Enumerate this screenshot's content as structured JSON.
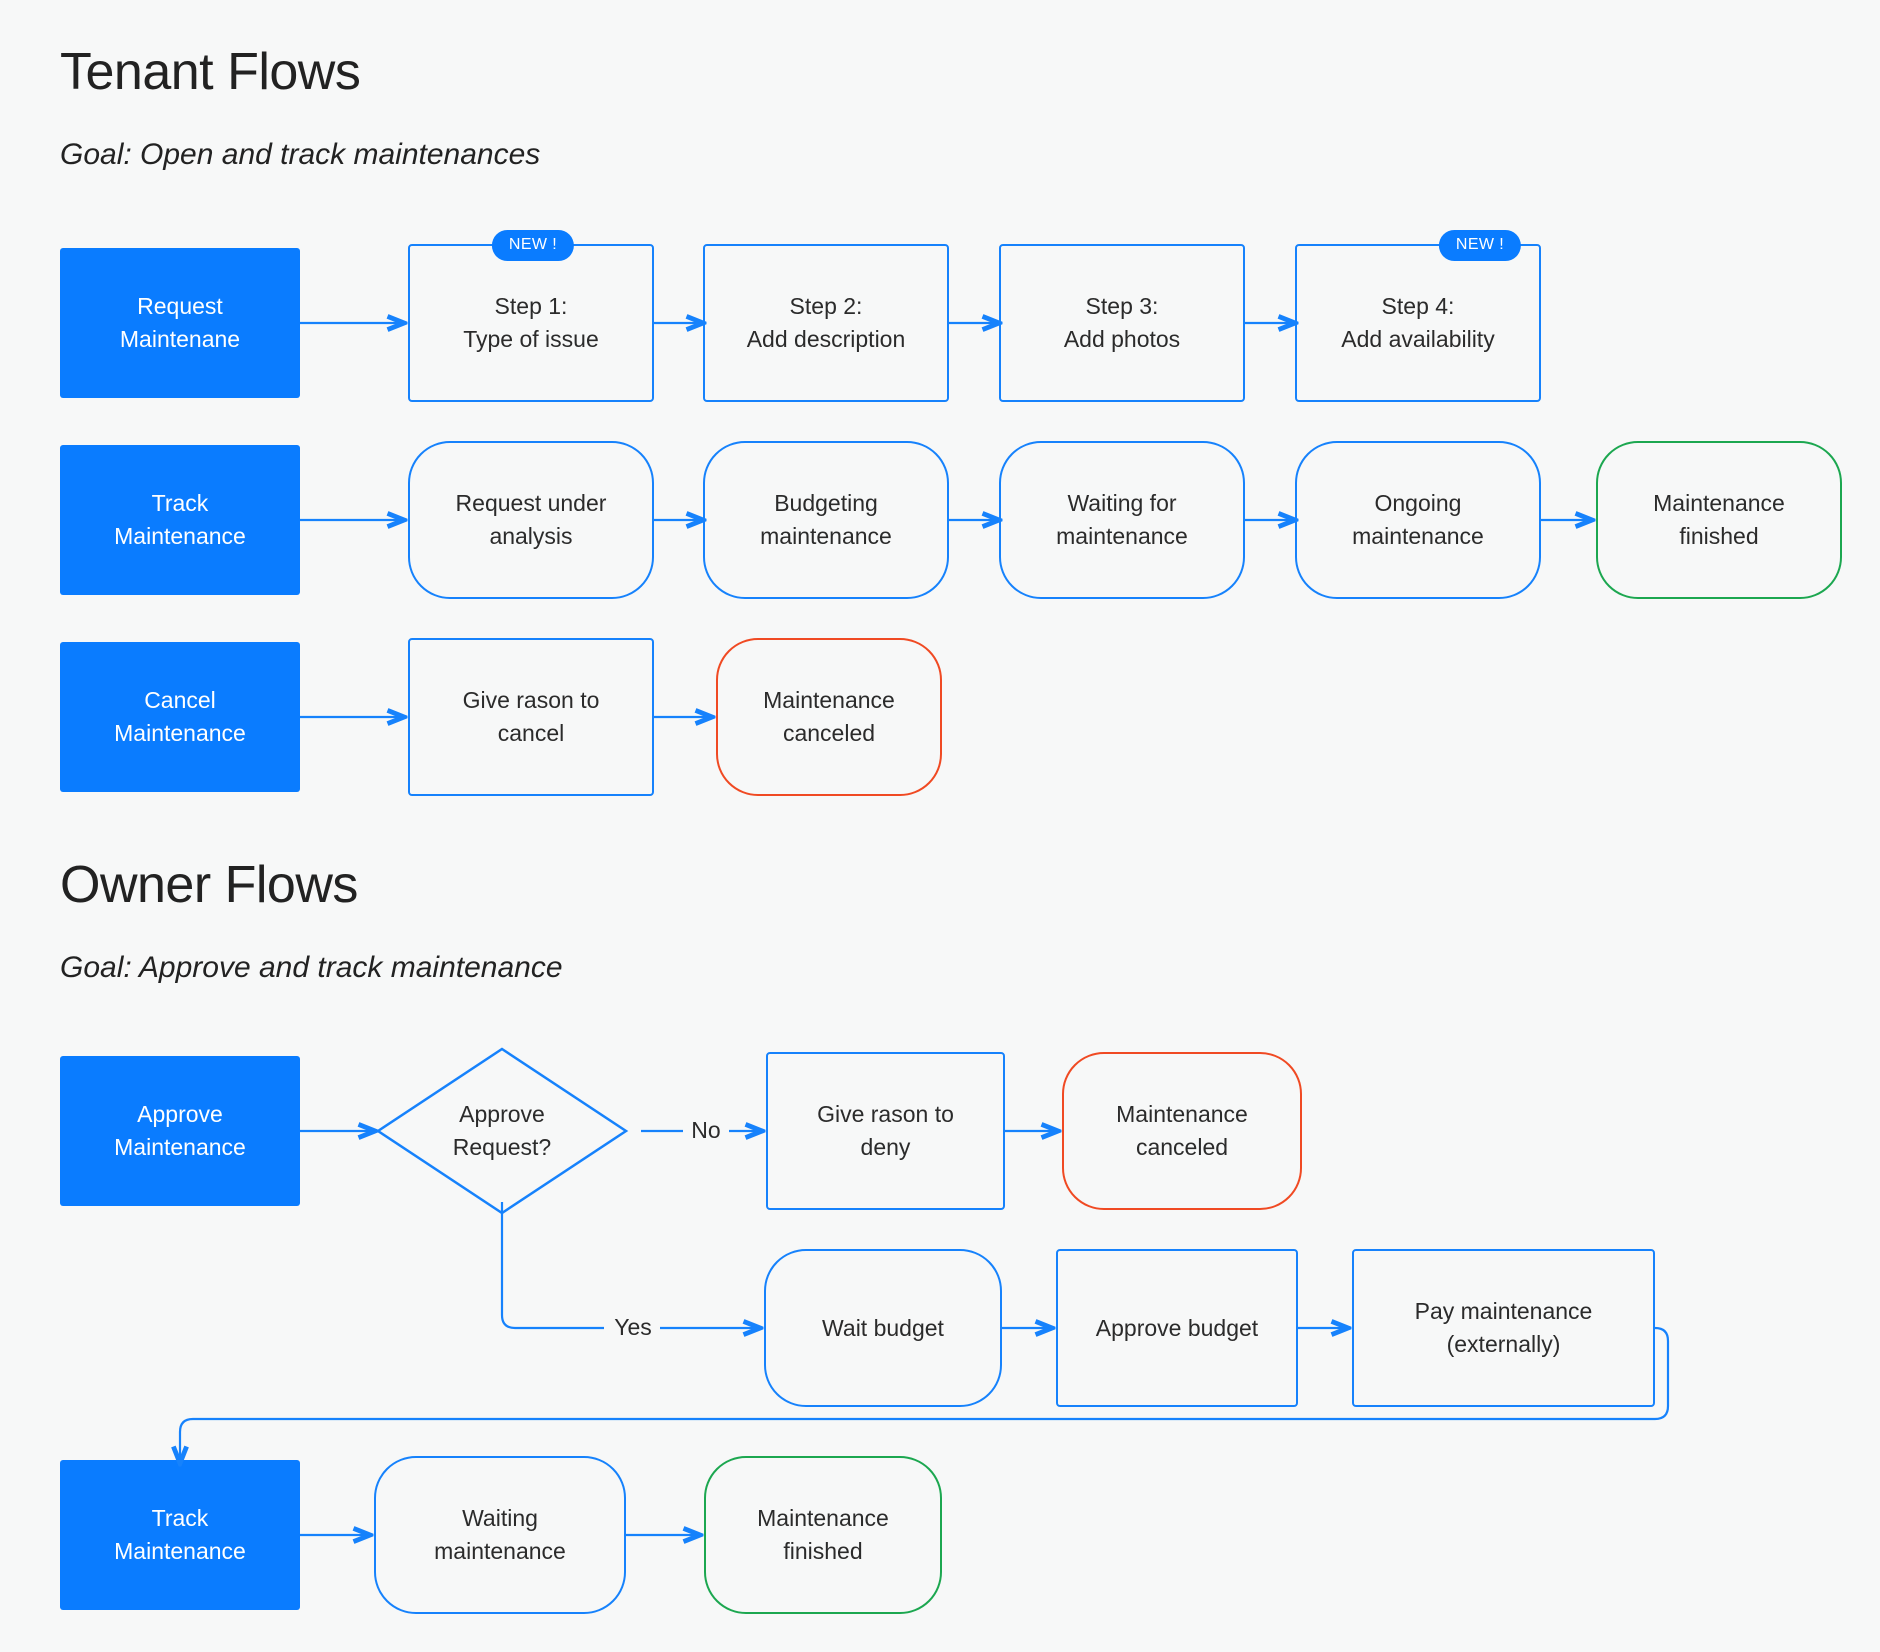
{
  "page": {
    "background": "#F7F8F8",
    "accent_blue": "#0A7CFF",
    "line_blue": "#1682FC",
    "green": "#1CA750",
    "red": "#F04A23"
  },
  "sections": [
    {
      "title": "Tenant Flows",
      "goal": "Goal: Open and track maintenances"
    },
    {
      "title": "Owner Flows",
      "goal": "Goal: Approve and track maintenance"
    }
  ],
  "tenant": {
    "row_request": {
      "start": "Request\nMaintenane",
      "steps": [
        {
          "label": "Step 1:\nType of issue",
          "badge": "NEW !"
        },
        {
          "label": "Step 2:\nAdd description",
          "badge": null
        },
        {
          "label": "Step 3:\nAdd photos",
          "badge": null
        },
        {
          "label": "Step 4:\nAdd availability",
          "badge": "NEW !"
        }
      ]
    },
    "row_track": {
      "start": "Track\nMaintenance",
      "stages": [
        {
          "label": "Request under\nanalysis",
          "style": "round-blue"
        },
        {
          "label": "Budgeting\nmaintenance",
          "style": "round-blue"
        },
        {
          "label": "Waiting for\nmaintenance",
          "style": "round-blue"
        },
        {
          "label": "Ongoing\nmaintenance",
          "style": "round-blue"
        },
        {
          "label": "Maintenance\nfinished",
          "style": "round-green"
        }
      ]
    },
    "row_cancel": {
      "start": "Cancel\nMaintenance",
      "stages": [
        {
          "label": "Give rason to\ncancel",
          "style": "outline-blue"
        },
        {
          "label": "Maintenance\ncanceled",
          "style": "round-red"
        }
      ]
    }
  },
  "owner": {
    "row_approve": {
      "start": "Approve\nMaintenance",
      "decision": "Approve\nRequest?",
      "branch_no_label": "No",
      "branch_yes_label": "Yes",
      "no_path": [
        {
          "label": "Give rason to\ndeny",
          "style": "outline-blue"
        },
        {
          "label": "Maintenance\ncanceled",
          "style": "round-red"
        }
      ],
      "yes_path": [
        {
          "label": "Wait budget",
          "style": "round-blue"
        },
        {
          "label": "Approve budget",
          "style": "outline-blue"
        },
        {
          "label": "Pay maintenance\n(externally)",
          "style": "outline-blue"
        }
      ]
    },
    "row_track": {
      "start": "Track\nMaintenance",
      "stages": [
        {
          "label": "Waiting\nmaintenance",
          "style": "round-blue"
        },
        {
          "label": "Maintenance\nfinished",
          "style": "round-green"
        }
      ]
    }
  }
}
